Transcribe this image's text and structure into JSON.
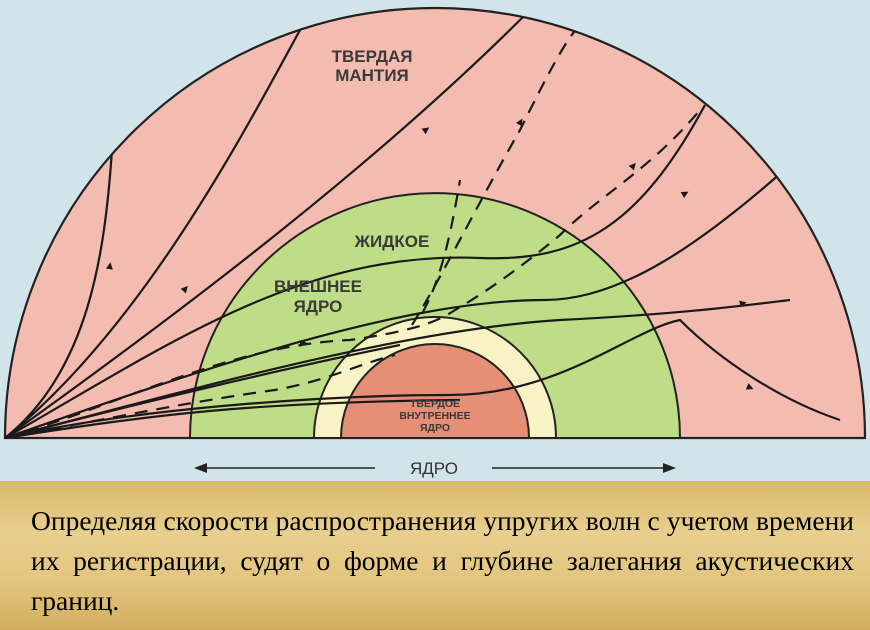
{
  "diagram": {
    "labels": {
      "mantle": [
        "ТВЕРДАЯ",
        "МАНТИЯ"
      ],
      "liquid": "ЖИДКОЕ",
      "outer_core": [
        "ВНЕШНЕЕ",
        "ЯДРО"
      ],
      "inner_core": [
        "ТВЕРДОЕ",
        "ВНУТРЕННЕЕ",
        "ЯДРО"
      ],
      "core_span": "ЯДРО"
    },
    "colors": {
      "background": "#d0e4ea",
      "mantle": "#f4bbb0",
      "outer_core": "#bedd86",
      "transition_zone": "#f8f3c4",
      "inner_core": "#e58f76",
      "rays": "#1a1a1a"
    }
  },
  "caption": {
    "text": "Определяя скорости распространения упругих волн с учетом времени их регистрации, судят о форме и глубине залегания акустических границ."
  }
}
